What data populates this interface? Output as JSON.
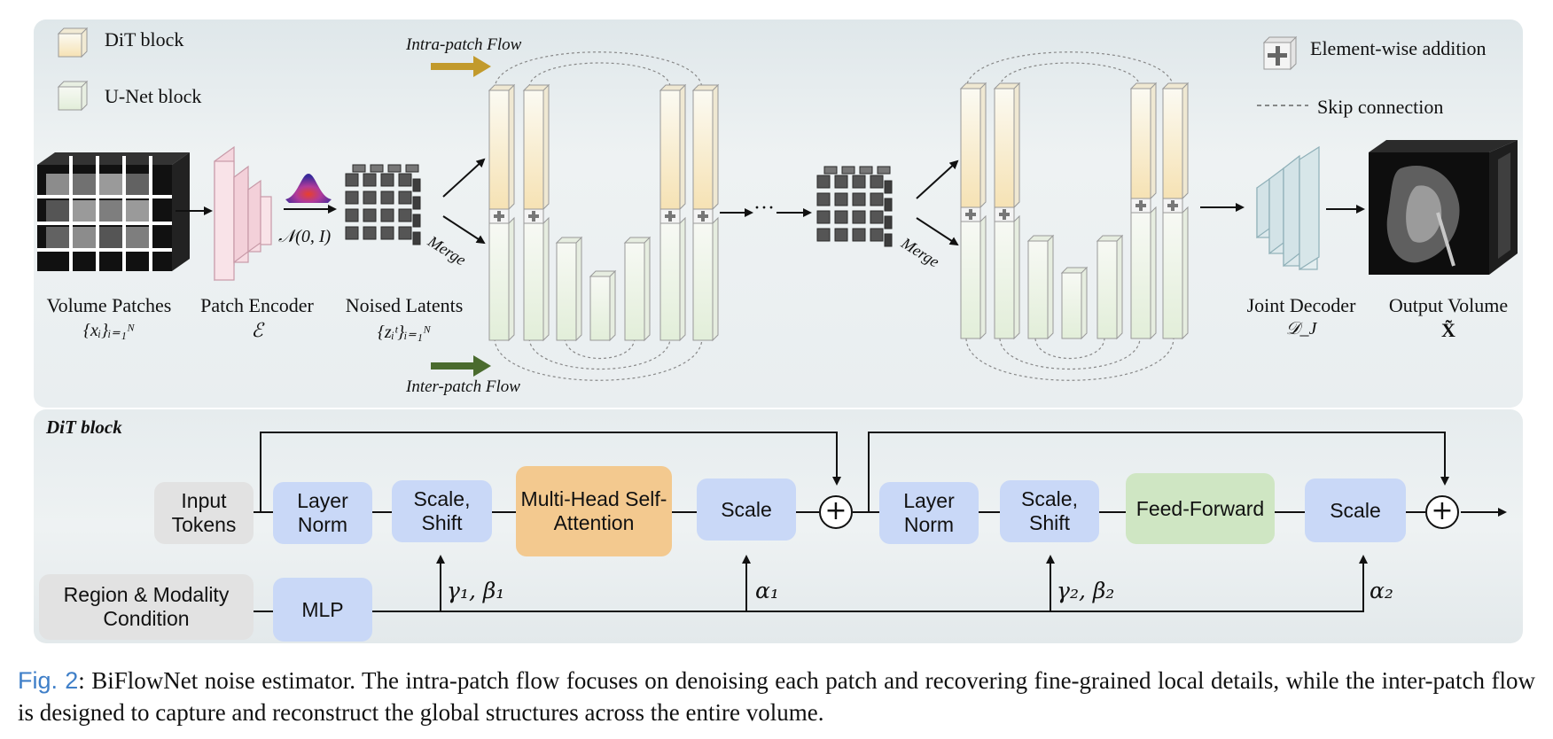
{
  "legend": {
    "dit_block": "DiT block",
    "unet_block": "U-Net block",
    "element_wise_addition": "Element-wise addition",
    "skip_connection": "Skip connection"
  },
  "flows": {
    "intra": "Intra-patch Flow",
    "inter": "Inter-patch Flow",
    "intra_color": "#c29a2c",
    "inter_color": "#4a6b2e"
  },
  "stages": {
    "volume_patches": {
      "label": "Volume Patches",
      "math": "{xᵢ}ᵢ₌₁ᴺ"
    },
    "patch_encoder": {
      "label": "Patch Encoder",
      "math": "ℰ"
    },
    "noise": {
      "math": "𝒩(0, I)"
    },
    "noised_latents": {
      "label": "Noised Latents",
      "math": "{zᵢᵗ}ᵢ₌₁ᴺ"
    },
    "merge": "Merge",
    "ellipsis": "···",
    "joint_decoder": {
      "label": "Joint Decoder",
      "math": "𝒟_J"
    },
    "output_volume": {
      "label": "Output Volume",
      "math": "X̃"
    }
  },
  "dit": {
    "title": "DiT block",
    "input_tokens": "Input Tokens",
    "layer_norm_1": "Layer Norm",
    "scale_shift_1": "Scale, Shift",
    "mhsa": "Multi-Head Self-Attention",
    "scale_1": "Scale",
    "layer_norm_2": "Layer Norm",
    "scale_shift_2": "Scale, Shift",
    "feed_forward": "Feed-Forward",
    "scale_2": "Scale",
    "condition": "Region & Modality Condition",
    "mlp": "MLP",
    "gamma_beta_1": "γ₁, β₁",
    "alpha_1": "α₁",
    "gamma_beta_2": "γ₂, β₂",
    "alpha_2": "α₂",
    "plus": "+"
  },
  "caption": {
    "label": "Fig. 2",
    "text": ": BiFlowNet noise estimator. The intra-patch flow focuses on denoising each patch and recovering fine-grained local details, while the inter-patch flow is designed to capture and reconstruct the global structures across the entire volume."
  }
}
